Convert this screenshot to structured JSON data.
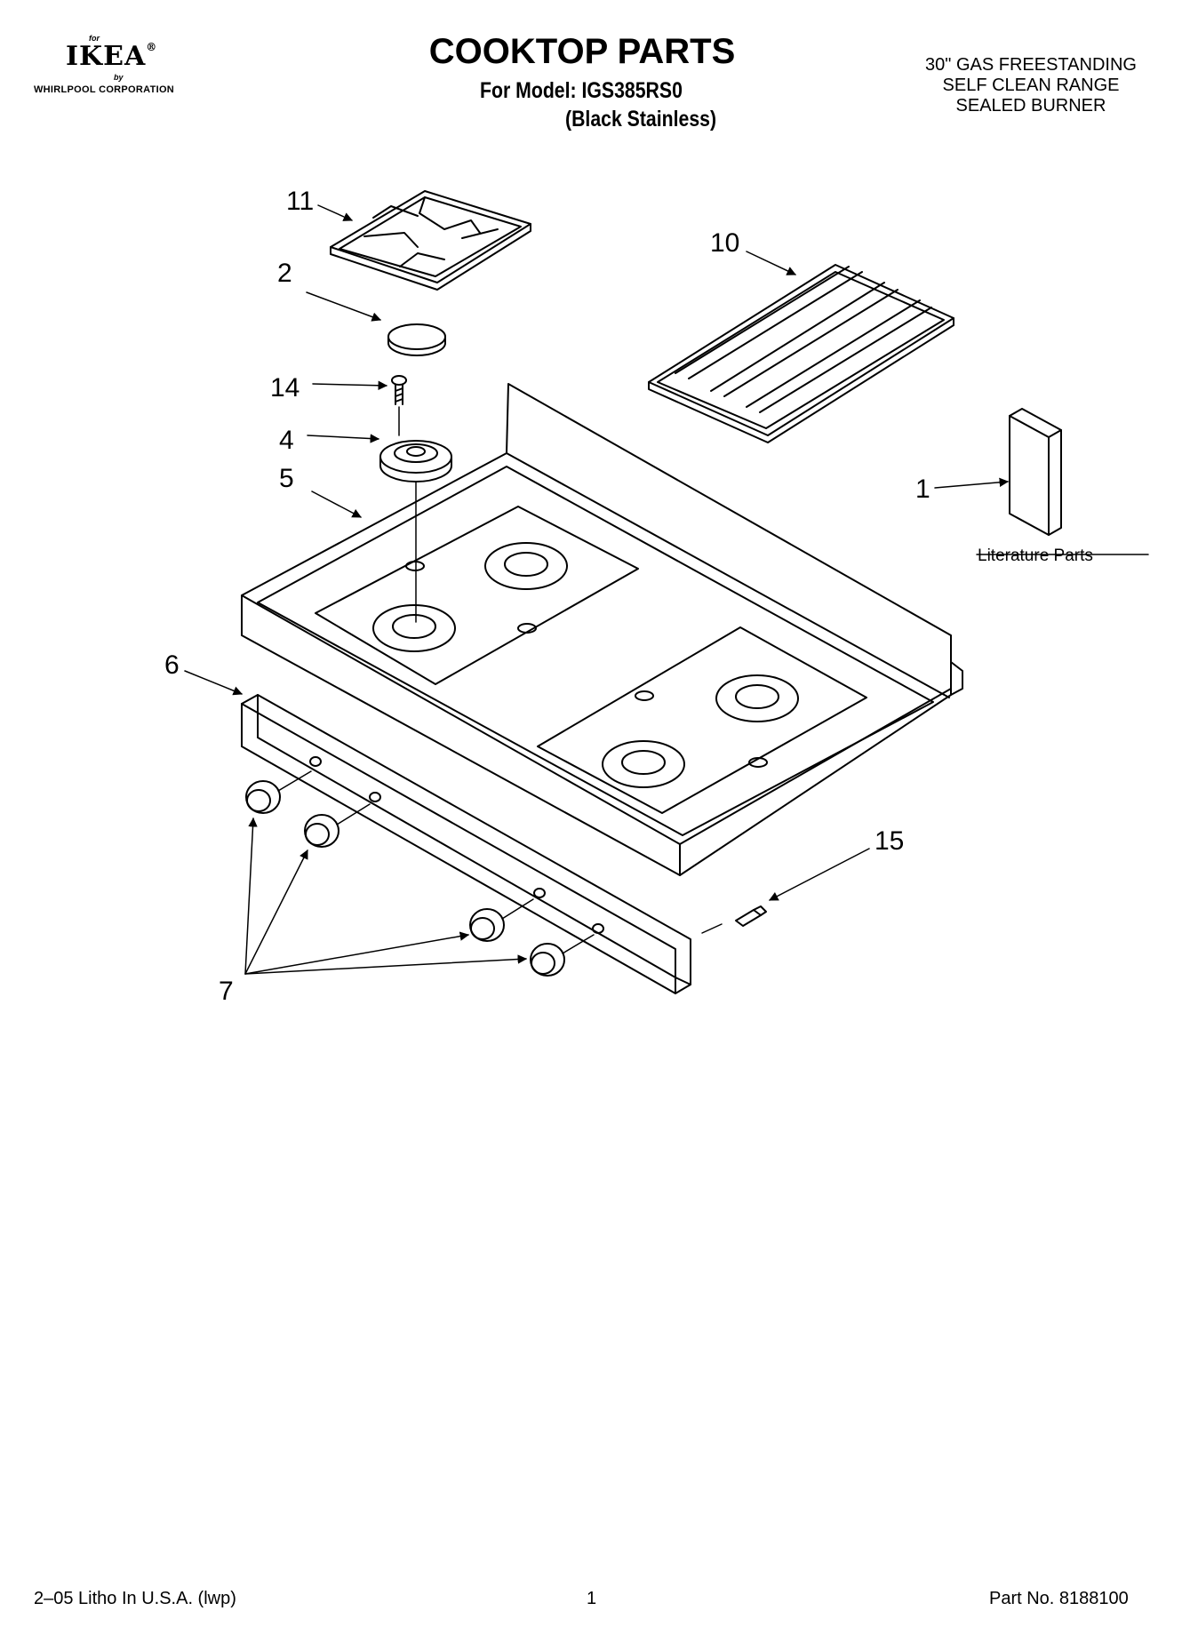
{
  "brand": {
    "for_text": "for",
    "name": "IKEA",
    "registered": "®",
    "by_text": "by",
    "corporation": "WHIRLPOOL CORPORATION"
  },
  "header": {
    "title": "COOKTOP PARTS",
    "model_line": "For Model: IGS385RS0",
    "color_line": "(Black Stainless)",
    "description": [
      "30\" GAS FREESTANDING",
      "SELF CLEAN RANGE",
      "SEALED BURNER"
    ]
  },
  "diagram": {
    "callouts": [
      "11",
      "2",
      "14",
      "4",
      "5",
      "10",
      "1",
      "6",
      "7",
      "15"
    ],
    "literature_label": "Literature Parts"
  },
  "footer": {
    "litho": "2–05 Litho In U.S.A. (lwp)",
    "page": "1",
    "part_no": "Part No. 8188100"
  }
}
